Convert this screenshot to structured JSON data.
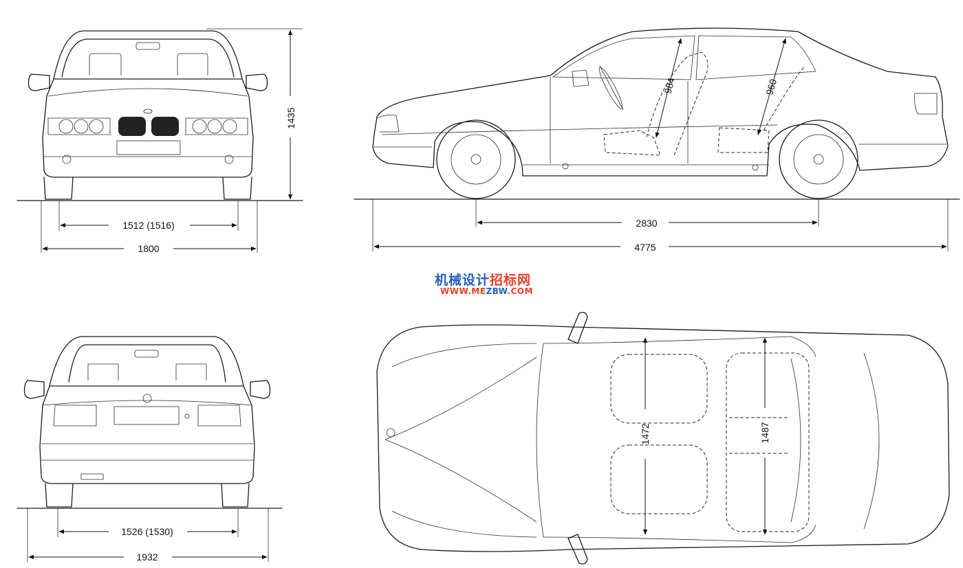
{
  "dimensions": {
    "front_track": "1512 (1516)",
    "front_width": "1800",
    "height": "1435",
    "wheelbase": "2830",
    "length": "4775",
    "front_headroom": "984",
    "rear_headroom": "960",
    "rear_track": "1526 (1530)",
    "rear_width": "1932",
    "front_interior_width": "1472",
    "rear_interior_width": "1487"
  },
  "watermark": {
    "line1_part1": "机械设计",
    "line1_part2": "招标网",
    "line2_part1": "WWW.ME",
    "line2_part2": "ZBW",
    "line2_part3": ".COM"
  }
}
